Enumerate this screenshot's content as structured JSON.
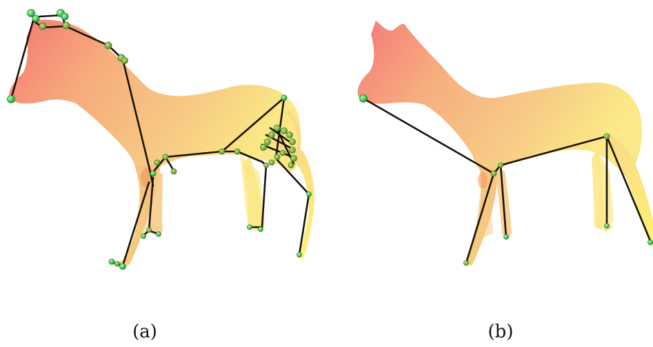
{
  "figure": {
    "panels": [
      {
        "id": "a",
        "caption": "(a)"
      },
      {
        "id": "b",
        "caption": "(b)"
      }
    ],
    "colors": {
      "head": "#f27a6f",
      "body": "#f6b86b",
      "hind": "#f8e06b",
      "hoof": "#fff36b",
      "bone": "#1a1108",
      "joint": "#78e36b",
      "joint_dark": "#7faa3a"
    }
  }
}
